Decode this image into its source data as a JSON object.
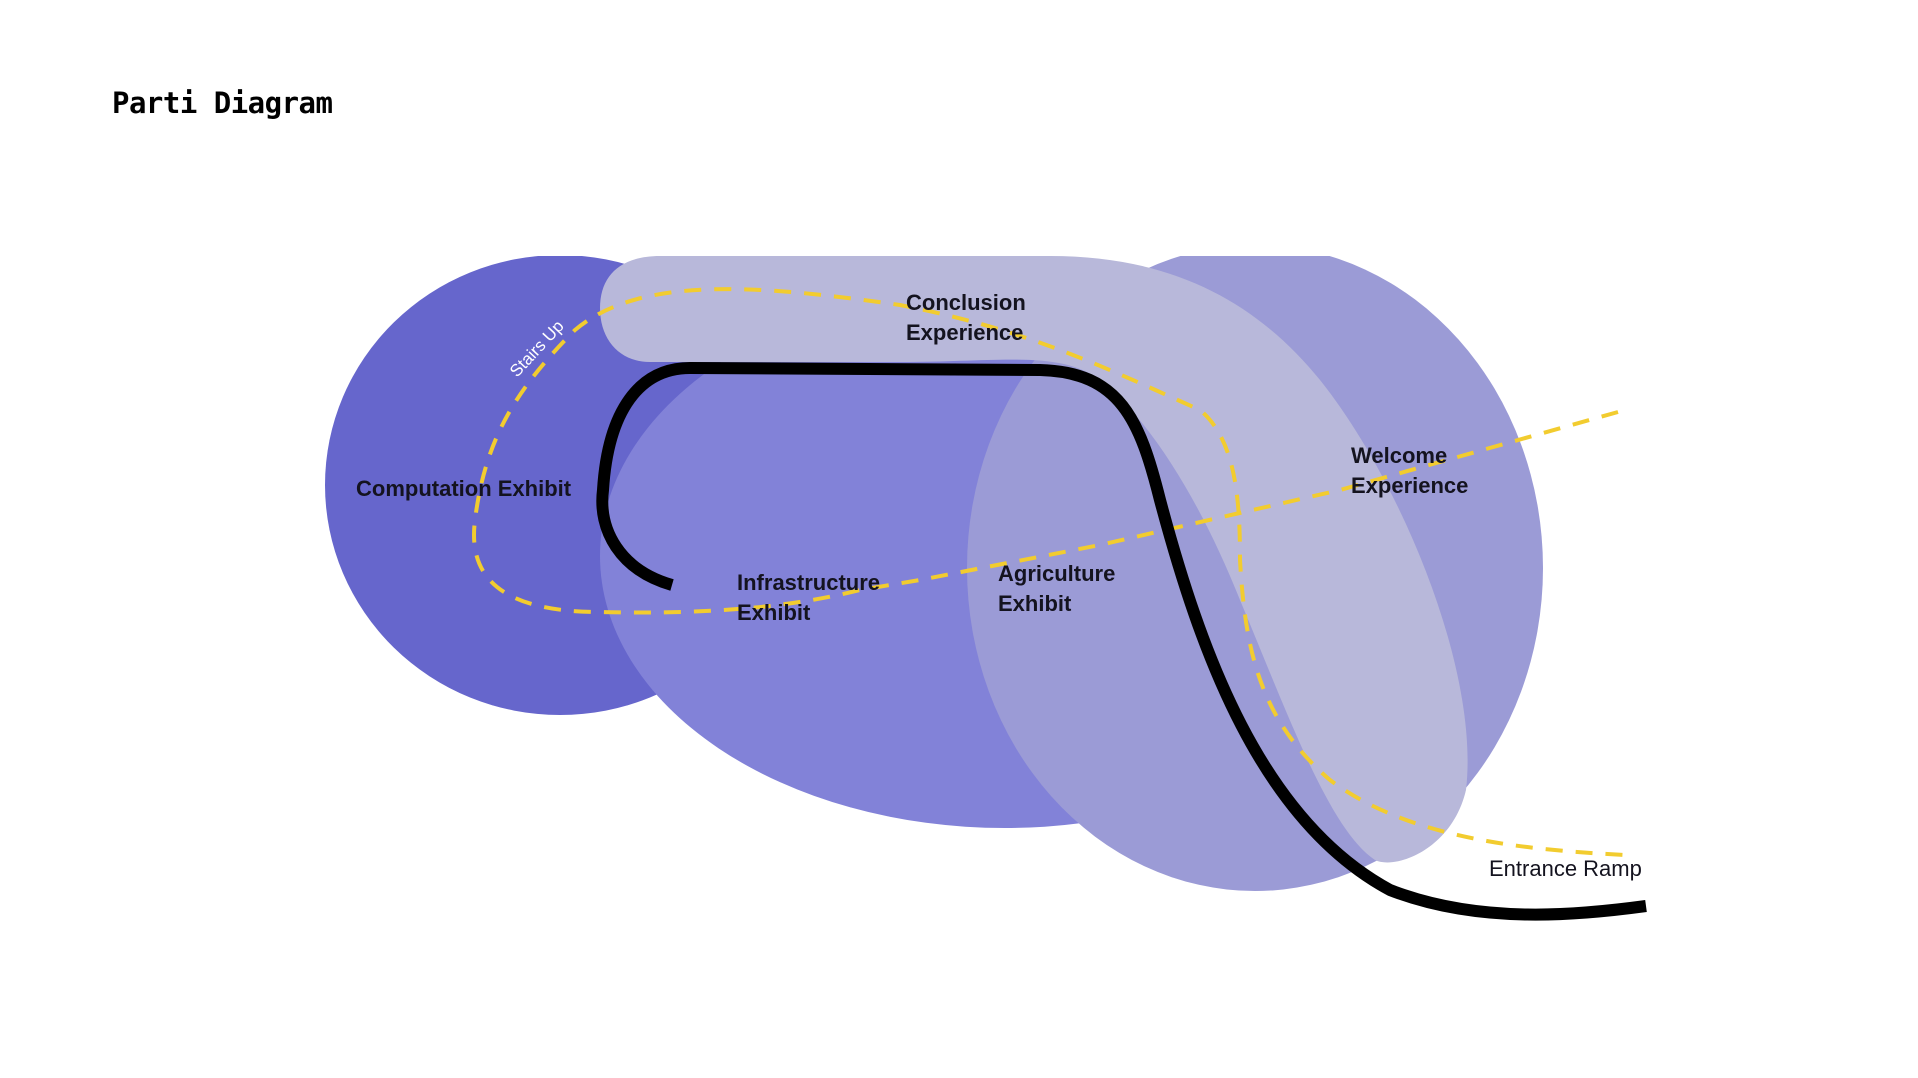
{
  "title": "Parti Diagram",
  "colors": {
    "computation_zone": "#6666cc",
    "infrastructure_zone": "#8282d8",
    "agriculture_zone": "#9b9bd6",
    "conclusion_band": "#b8b8da",
    "circulation_path": "#000000",
    "dashed_route": "#f2cc2f",
    "label_text": "#14131f"
  },
  "zones": {
    "computation": "Computation Exhibit",
    "infrastructure": [
      "Infrastructure",
      "Exhibit"
    ],
    "agriculture": [
      "Agriculture",
      "Exhibit"
    ],
    "conclusion": [
      "Conclusion",
      "Experience"
    ],
    "welcome": [
      "Welcome",
      "Experience"
    ]
  },
  "paths": {
    "stairs": "Stairs Up",
    "ramp": "Entrance Ramp"
  }
}
